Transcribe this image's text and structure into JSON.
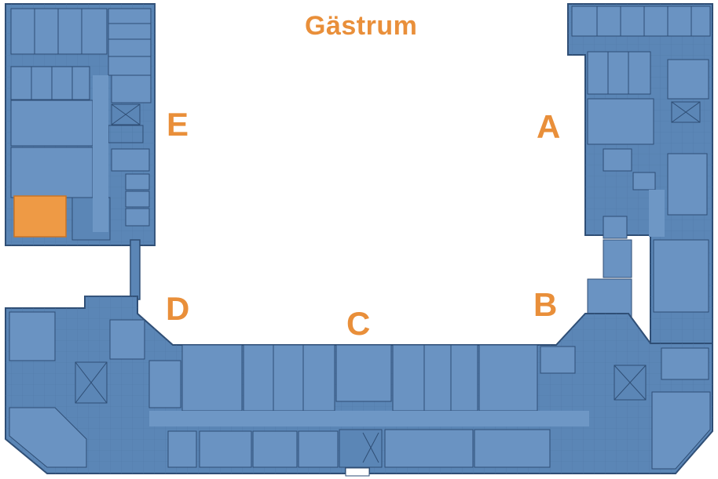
{
  "courtyard": {
    "title": "Gästrum"
  },
  "wings": {
    "a": "A",
    "b": "B",
    "c": "C",
    "d": "D",
    "e": "E"
  },
  "colors": {
    "floor": "#5B86B6",
    "floor_alt": "#6A93C2",
    "walls": "#2F4E75",
    "accent": "#E98F3A",
    "highlight": "#EE9A45",
    "background": "#ffffff"
  },
  "highlighted_room": {
    "wing": "E"
  }
}
